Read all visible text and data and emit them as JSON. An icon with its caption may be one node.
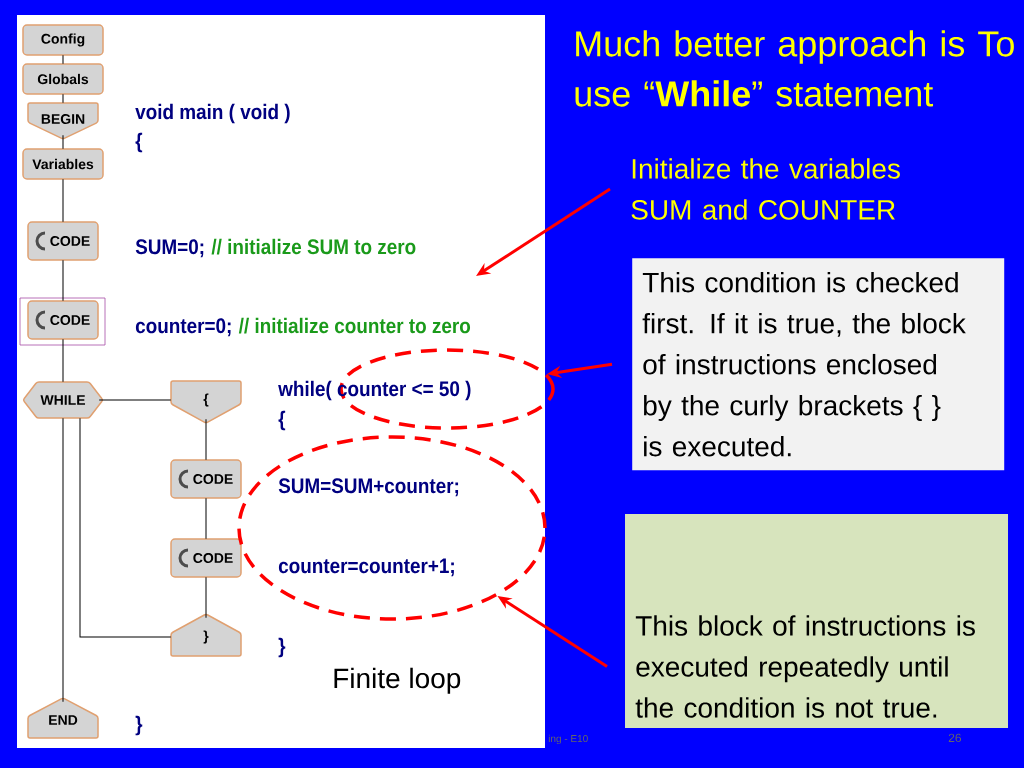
{
  "diagram": {
    "title": "Much better approach is To use “**While**” statement",
    "nodes": [
      {
        "text": [
          "Config"
        ]
      },
      {
        "text": [
          "Globals"
        ]
      },
      {
        "text": [
          "BEGIN"
        ]
      },
      {
        "text": [
          "Variables"
        ]
      },
      {
        "text": [
          "CODE"
        ]
      },
      {
        "text": [
          "CODE"
        ]
      },
      {
        "text": [
          "WHILE"
        ]
      },
      {
        "text": [
          "{"
        ]
      },
      {
        "text": [
          "CODE"
        ]
      },
      {
        "text": [
          "CODE"
        ]
      },
      {
        "text": [
          "}"
        ]
      },
      {
        "text": [
          "END"
        ]
      },
      {
        "text": [],
        "shape": "ellipse"
      },
      {
        "text": [],
        "shape": "ellipse"
      },
      {
        "text": [
          "Initialize the variables SUM and COUNTER"
        ]
      },
      {
        "text": [
          "This condition is checked first. If it is true, the block of instructions enclosed by the curly brackets { } is executed."
        ]
      },
      {
        "text": [
          "This block of instructions is executed repeatedly until the condition is not true."
        ]
      }
    ],
    "edges": [
      {
        "from": 0,
        "to": 1,
        "arrow": "none"
      },
      {
        "from": 1,
        "to": 2,
        "arrow": "none"
      },
      {
        "from": 2,
        "to": 3,
        "arrow": "none"
      },
      {
        "from": 3,
        "to": 4,
        "arrow": "none"
      },
      {
        "from": 4,
        "to": 5,
        "arrow": "none"
      },
      {
        "from": 5,
        "to": 6,
        "arrow": "none"
      },
      {
        "from": 6,
        "to": 7,
        "arrow": "none"
      },
      {
        "from": 7,
        "to": 8,
        "arrow": "none"
      },
      {
        "from": 8,
        "to": 9,
        "arrow": "none"
      },
      {
        "from": 9,
        "to": 10,
        "arrow": "none"
      },
      {
        "from": 10,
        "to": 6,
        "arrow": "none"
      },
      {
        "from": 6,
        "to": 11,
        "arrow": "none"
      },
      {
        "from": 14,
        "to": null,
        "arrow": "to",
        "style": "thick",
        "color": "#ff0000"
      },
      {
        "from": 15,
        "to": 12,
        "arrow": "to",
        "style": "thick",
        "color": "#ff0000"
      },
      {
        "from": 16,
        "to": 13,
        "arrow": "to",
        "style": "thick",
        "color": "#ff0000"
      }
    ],
    "labels": [
      "void main ( void )",
      "{",
      "SUM=0;",
      "// initialize SUM to zero",
      "counter=0;",
      "// initialize counter to zero",
      "while( counter <= 50 )",
      "{",
      "SUM=SUM+counter;",
      "counter=counter+1;",
      "}",
      "}",
      "Finite loop",
      "ing - E10",
      "26"
    ]
  }
}
